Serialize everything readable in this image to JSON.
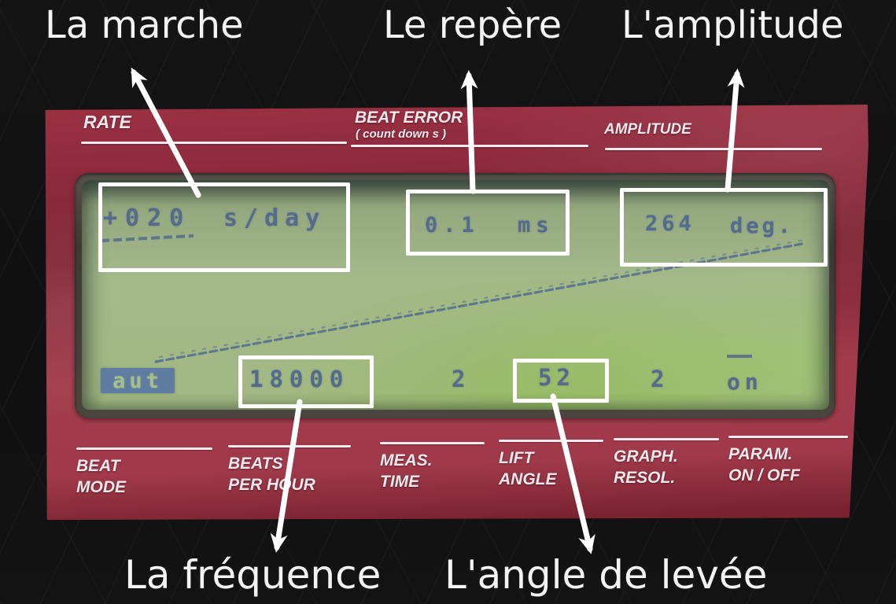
{
  "annotations": {
    "top_labels": [
      {
        "text": "La marche"
      },
      {
        "text": "Le repère"
      },
      {
        "text": "L'amplitude"
      }
    ],
    "bottom_labels": [
      {
        "text": "La fréquence"
      },
      {
        "text": "L'angle de levée"
      }
    ]
  },
  "device": {
    "header": {
      "rate": "RATE",
      "beat_error": "BEAT ERROR",
      "beat_error_sub": "( count down s )",
      "amplitude": "AMPLITUDE"
    },
    "lcd": {
      "rate_value": "+020",
      "rate_unit": "s/day",
      "beat_error_value": "0.1",
      "beat_error_unit": "ms",
      "amplitude_value": "264",
      "amplitude_unit": "deg.",
      "beat_mode_value": "aut",
      "beats_per_hour_value": "18000",
      "meas_time_value": "2",
      "lift_angle_value": "52",
      "graph_resol_value": "2",
      "param_value": "on"
    },
    "footer": [
      {
        "line1": "BEAT",
        "line2": "MODE"
      },
      {
        "line1": "BEATS",
        "line2": "PER HOUR"
      },
      {
        "line1": "MEAS.",
        "line2": "TIME"
      },
      {
        "line1": "LIFT",
        "line2": "ANGLE"
      },
      {
        "line1": "GRAPH.",
        "line2": "RESOL."
      },
      {
        "line1": "PARAM.",
        "line2": "ON / OFF"
      }
    ],
    "colors": {
      "device_body": "#8e2b3c",
      "lcd_background": "#a3b888",
      "lcd_ink": "#566b8c",
      "annotation_white": "#ffffff"
    }
  }
}
